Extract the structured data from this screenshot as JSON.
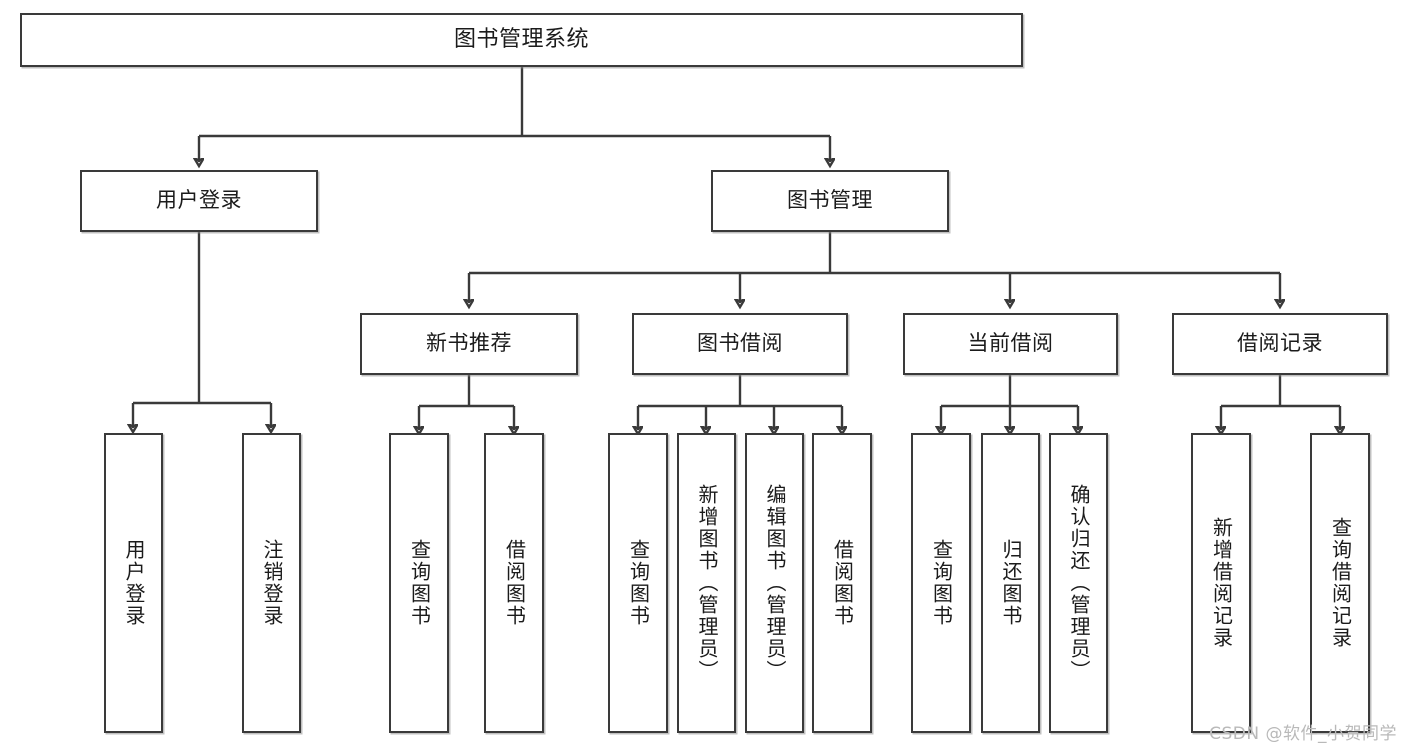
{
  "diagram": {
    "type": "tree-hierarchy",
    "title": "图书管理系统",
    "orientation": "top-down",
    "colors": {
      "stroke": "#3a3a3a",
      "fill": "#ffffff",
      "text": "#1b1b1b",
      "watermark": "#b9b9b9"
    },
    "nodes": {
      "root": {
        "label": "图书管理系统",
        "level": 1
      },
      "user_login": {
        "label": "用户登录",
        "level": 2
      },
      "book_manage": {
        "label": "图书管理",
        "level": 2
      },
      "new_book_rec": {
        "label": "新书推荐",
        "level": 3
      },
      "book_borrow": {
        "label": "图书借阅",
        "level": 3
      },
      "current_borrow": {
        "label": "当前借阅",
        "level": 3
      },
      "borrow_record": {
        "label": "借阅记录",
        "level": 3
      },
      "leaf_user_login": {
        "label": "用户登录",
        "level": 3
      },
      "leaf_logout": {
        "label": "注销登录",
        "level": 3
      },
      "leaf_query_book_1": {
        "label": "查询图书",
        "level": 4
      },
      "leaf_borrow_book_1": {
        "label": "借阅图书",
        "level": 4
      },
      "leaf_query_book_2": {
        "label": "查询图书",
        "level": 4
      },
      "leaf_add_book": {
        "label": "新增图书（管理员）",
        "level": 4
      },
      "leaf_edit_book": {
        "label": "编辑图书（管理员）",
        "level": 4
      },
      "leaf_borrow_book_2": {
        "label": "借阅图书",
        "level": 4
      },
      "leaf_query_book_3": {
        "label": "查询图书",
        "level": 4
      },
      "leaf_return_book": {
        "label": "归还图书",
        "level": 4
      },
      "leaf_confirm_return": {
        "label": "确认归还（管理员）",
        "level": 4
      },
      "leaf_add_record": {
        "label": "新增借阅记录",
        "level": 4
      },
      "leaf_query_record": {
        "label": "查询借阅记录",
        "level": 4
      }
    },
    "edges": [
      {
        "from": "root",
        "to": "user_login"
      },
      {
        "from": "root",
        "to": "book_manage"
      },
      {
        "from": "user_login",
        "to": "leaf_user_login"
      },
      {
        "from": "user_login",
        "to": "leaf_logout"
      },
      {
        "from": "book_manage",
        "to": "new_book_rec"
      },
      {
        "from": "book_manage",
        "to": "book_borrow"
      },
      {
        "from": "book_manage",
        "to": "current_borrow"
      },
      {
        "from": "book_manage",
        "to": "borrow_record"
      },
      {
        "from": "new_book_rec",
        "to": "leaf_query_book_1"
      },
      {
        "from": "new_book_rec",
        "to": "leaf_borrow_book_1"
      },
      {
        "from": "book_borrow",
        "to": "leaf_query_book_2"
      },
      {
        "from": "book_borrow",
        "to": "leaf_add_book"
      },
      {
        "from": "book_borrow",
        "to": "leaf_edit_book"
      },
      {
        "from": "book_borrow",
        "to": "leaf_borrow_book_2"
      },
      {
        "from": "current_borrow",
        "to": "leaf_query_book_3"
      },
      {
        "from": "current_borrow",
        "to": "leaf_return_book"
      },
      {
        "from": "current_borrow",
        "to": "leaf_confirm_return"
      },
      {
        "from": "borrow_record",
        "to": "leaf_add_record"
      },
      {
        "from": "borrow_record",
        "to": "leaf_query_record"
      }
    ]
  },
  "watermark": {
    "text": "CSDN @软件_小贺同学"
  }
}
